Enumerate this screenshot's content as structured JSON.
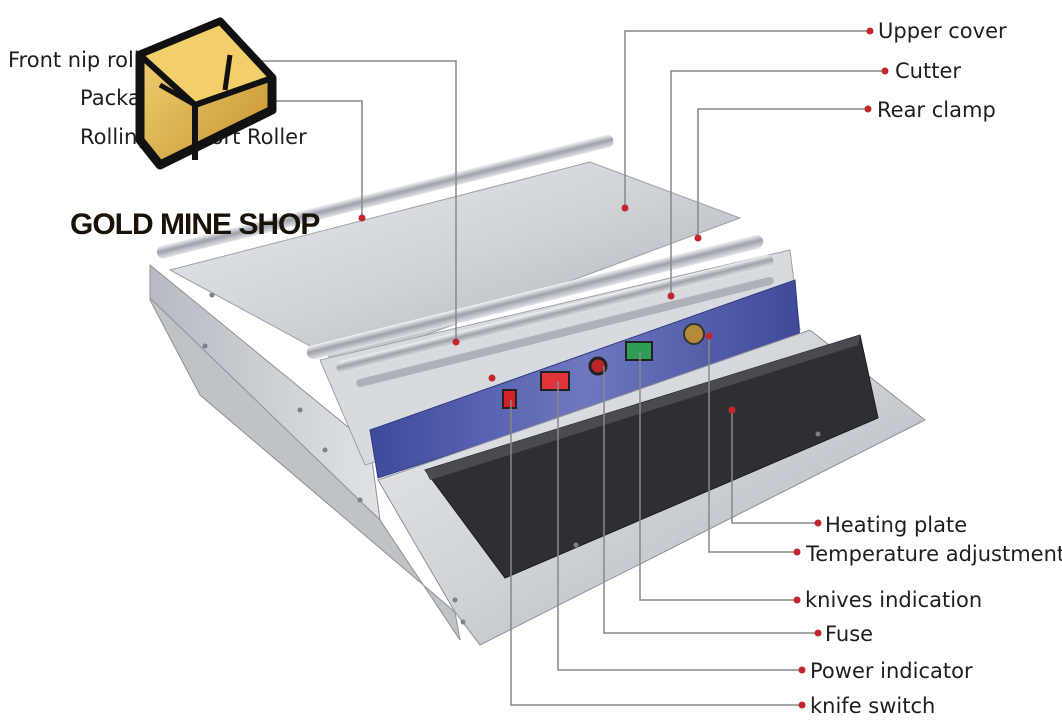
{
  "brand": {
    "name": "GOLD MINE SHOP"
  },
  "labels": {
    "front_nip_roller": "Front nip roller",
    "packaging_film": "Packaging Film",
    "rolling_support_roller": "Rolling Support Roller",
    "upper_cover": "Upper cover",
    "cutter": "Cutter",
    "rear_clamp": "Rear clamp",
    "heating_plate": "Heating plate",
    "temperature_adjustment": "Temperature adjustment",
    "knives_indication": "knives indication",
    "fuse": "Fuse",
    "power_indicator": "Power indicator",
    "knife_switch": "knife switch"
  },
  "colors": {
    "leader_line": "#888888",
    "marker_dot": "#c0282d",
    "panel_blue": "#4b58a8",
    "steel": "#c9ccd1",
    "plate": "#2e2f33",
    "logo_gold": "#d4a640"
  }
}
